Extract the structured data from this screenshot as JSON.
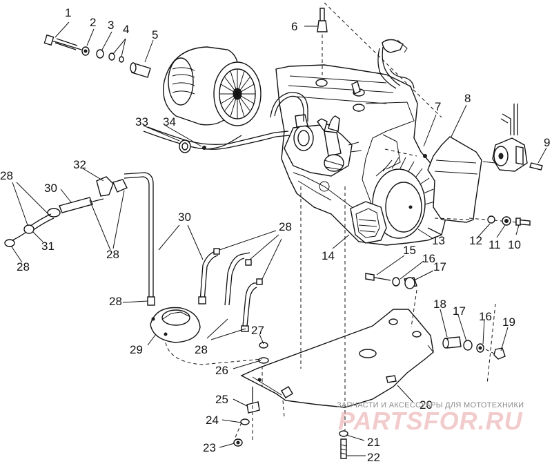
{
  "callouts": [
    "1",
    "2",
    "3",
    "4",
    "5",
    "6",
    "7",
    "8",
    "9",
    "10",
    "11",
    "12",
    "13",
    "14",
    "15",
    "16",
    "17",
    "18",
    "17",
    "16",
    "19",
    "20",
    "21",
    "22",
    "23",
    "24",
    "25",
    "26",
    "27",
    "28",
    "29",
    "28",
    "30",
    "28",
    "28",
    "31",
    "28",
    "32",
    "30",
    "28",
    "33",
    "34"
  ],
  "watermark": {
    "caption": "ЗАПЧАСТИ И АКСЕССУАРЫ ДЛЯ МОТОТЕХНИКИ",
    "logo": "PARTSFOR.RU"
  },
  "colors": {
    "ink": "#111111",
    "watermark": "#e9a3a3"
  }
}
